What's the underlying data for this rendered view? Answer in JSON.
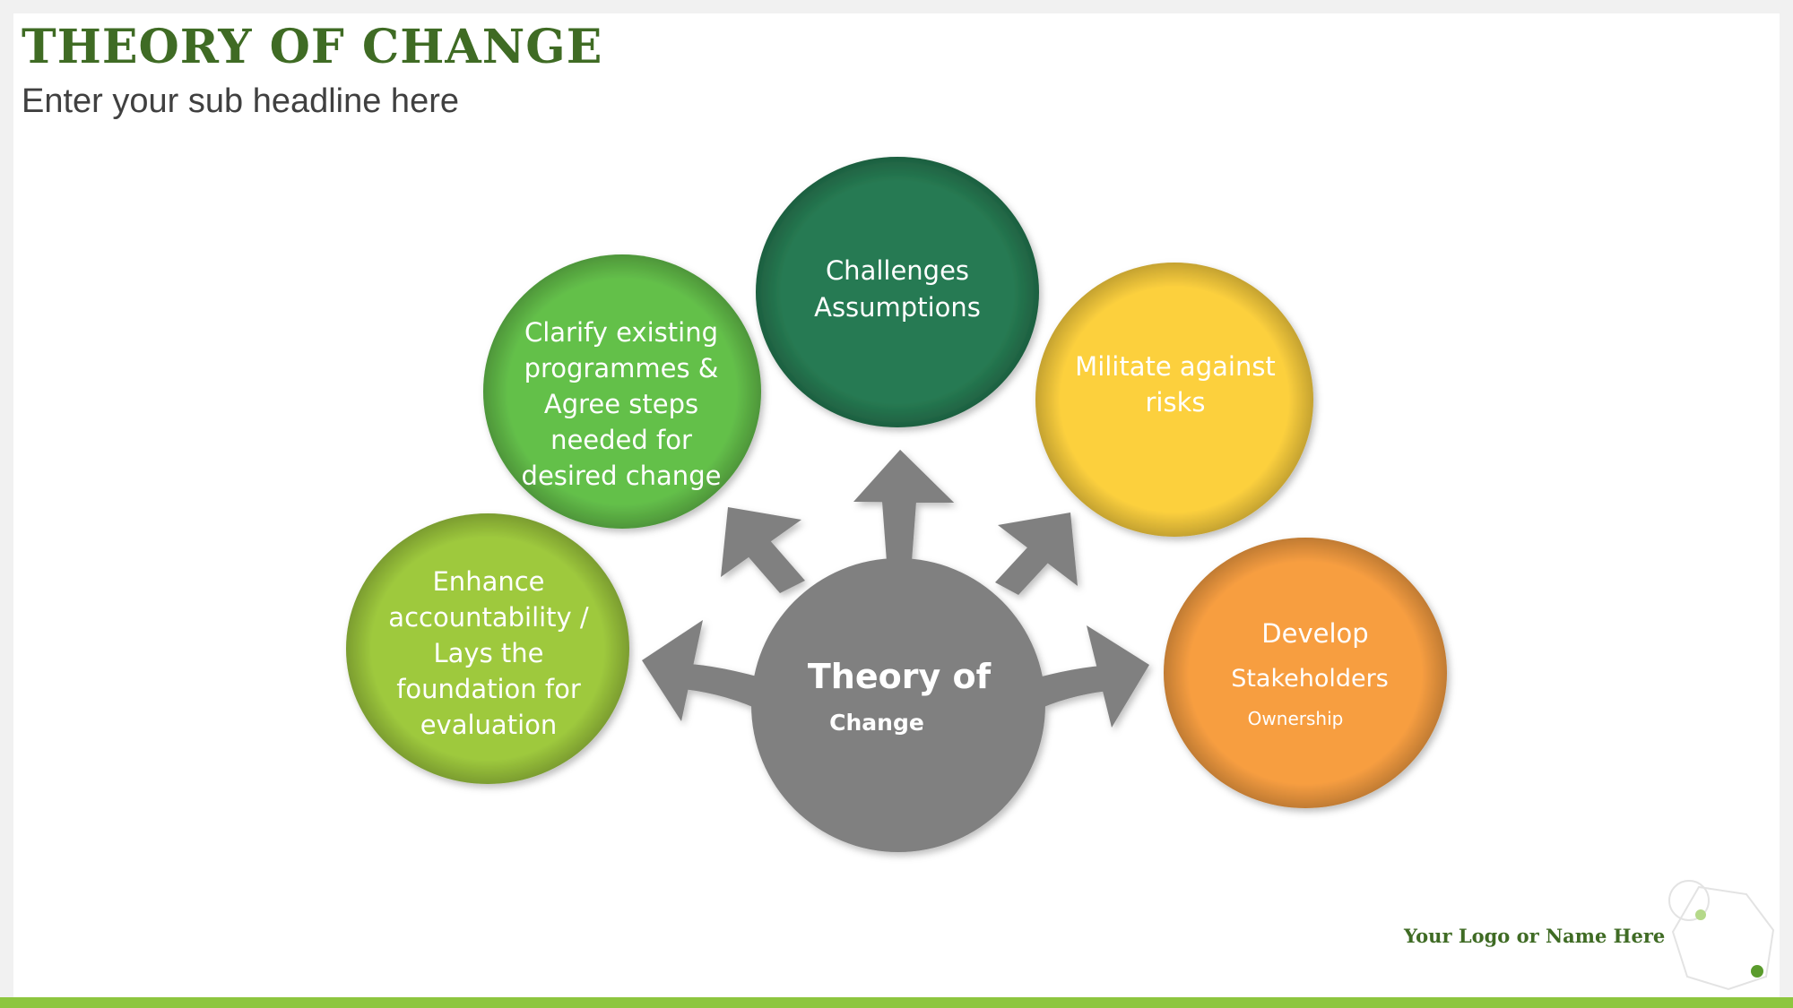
{
  "slide": {
    "title": "THEORY OF CHANGE",
    "subtitle": "Enter your sub headline here"
  },
  "center": {
    "line1": "Theory of",
    "line2": "Change",
    "color": "#808080"
  },
  "circles": [
    {
      "id": "challenges",
      "lines": [
        "Challenges",
        "Assumptions"
      ],
      "color": "#267a52"
    },
    {
      "id": "clarify",
      "lines": [
        "Clarify existing",
        "programmes &",
        "Agree steps",
        "needed for",
        "desired change"
      ],
      "color": "#64c04a"
    },
    {
      "id": "militate",
      "lines": [
        "Militate against",
        "risks"
      ],
      "color": "#fcd03e"
    },
    {
      "id": "enhance",
      "lines": [
        "Enhance",
        "accountability /",
        "Lays the",
        "foundation for",
        "evaluation"
      ],
      "color": "#9ec93d"
    },
    {
      "id": "develop",
      "lines": [
        "Develop",
        "Stakeholders",
        "Ownership"
      ],
      "color": "#f79e41"
    }
  ],
  "footer": {
    "logo_text": "Your Logo or Name Here",
    "accent": "#8dc63f"
  }
}
